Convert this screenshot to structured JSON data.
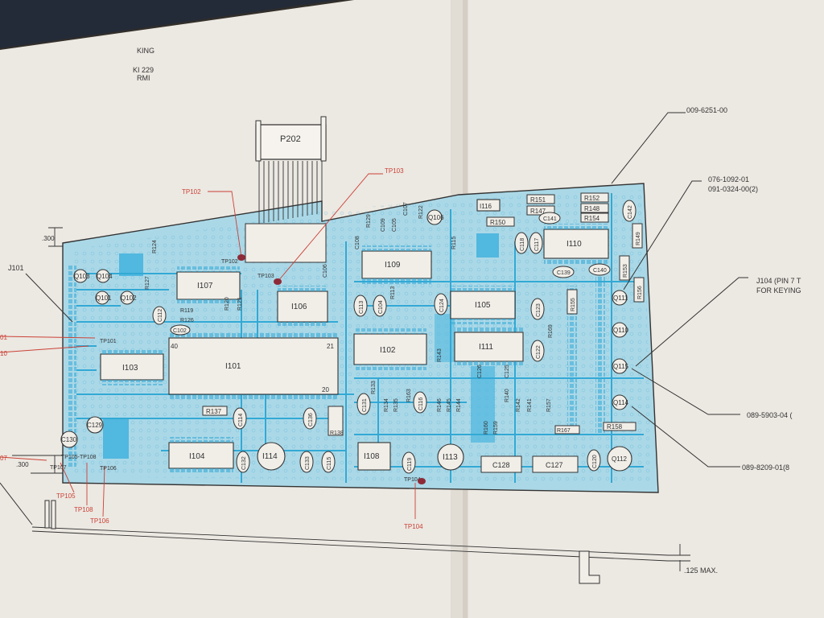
{
  "colors": {
    "paper": "#ece8e1",
    "board": "#9fd3e3",
    "trace": "#2aa6d4",
    "ink": "#2b2b2b",
    "callout_red": "#c83a2e",
    "ic_fill": "#f1eee8"
  },
  "header": {
    "brand": "KING",
    "model": "KI 229",
    "subtitle": "RMI"
  },
  "connector": {
    "label": "P202"
  },
  "dimensions": {
    "top_offset": ".300",
    "bottom_offset": ".300",
    "max_height": ".125 MAX."
  },
  "callouts": {
    "assembly": "009-6251-00",
    "part_top": "076-1092-01",
    "part_top_alt": "091-0324-00(2)",
    "j104_line1": "J104 (PIN 7 T",
    "j104_line2": "FOR KEYING",
    "part_mid": "089-5903-04 (",
    "part_low": "089-8209-01(8",
    "j101": "J101"
  },
  "test_points": {
    "tp101": "TP101",
    "tp102": "TP102",
    "tp103": "TP103",
    "tp104": "TP104",
    "tp105": "TP105",
    "tp106": "TP106",
    "tp107": "TP107",
    "tp108": "TP108",
    "tp105_108": "TP105-TP108",
    "edge_01": "01",
    "edge_10": "10",
    "edge_07": "07"
  },
  "ics": {
    "i101": "I101",
    "i102": "I102",
    "i103": "I103",
    "i104": "I104",
    "i105": "I105",
    "i106": "I106",
    "i107": "I107",
    "i108": "I108",
    "i109": "I109",
    "i110": "I110",
    "i111": "I111",
    "i113": "I113",
    "i114": "I114",
    "i116": "I116",
    "pin40": "40",
    "pin21": "21",
    "pin20": "20"
  },
  "components": {
    "c128": "C128",
    "c127": "C127",
    "r137": "R137",
    "r138": "R138",
    "r150": "R150",
    "r151": "R151",
    "r152": "R152",
    "r147": "R147",
    "r148": "R148",
    "r154": "R154",
    "r149": "R149",
    "r153": "R153",
    "r156": "R156",
    "r155": "R155",
    "r158": "R158",
    "r167": "R167",
    "c141": "C141",
    "c139": "C139",
    "c140": "C140",
    "c142": "C142",
    "c113": "C113",
    "c124": "C124",
    "c123": "C123",
    "c122": "C122",
    "c118": "C118",
    "c117": "C117",
    "c115": "C115",
    "c133": "C133",
    "c132": "C132",
    "c131": "C131",
    "c116": "C116",
    "c119": "C119",
    "c129": "C129",
    "c130": "C130",
    "c120": "C120",
    "c114": "C114",
    "c112": "C112",
    "c102": "C102",
    "c136": "C136",
    "c125": "C125",
    "c126": "C126",
    "c106": "C106",
    "c108": "C108",
    "c109": "C109",
    "c104": "C104",
    "c105": "C105",
    "c107": "C107",
    "q101": "Q101",
    "q102": "Q102",
    "q103": "Q103",
    "q104": "Q104",
    "q106": "Q106",
    "q110": "Q110",
    "q111": "Q111",
    "q112": "Q112",
    "q114": "Q114",
    "q115": "Q115",
    "r146": "R146",
    "r145": "R145",
    "r144": "R144",
    "r143": "R143",
    "r142": "R142",
    "r141": "R141",
    "r140": "R140",
    "r157": "R157",
    "r160": "R160",
    "r159": "R159",
    "r134": "R134",
    "r135": "R135",
    "r133": "R133",
    "r163": "R163",
    "r169": "R169",
    "r119": "R119",
    "r126": "R126",
    "r115": "R115",
    "r129": "R129",
    "r122": "R122",
    "r113": "R113",
    "r120": "R120",
    "r121": "R121",
    "r124": "R124",
    "r127": "R127"
  }
}
